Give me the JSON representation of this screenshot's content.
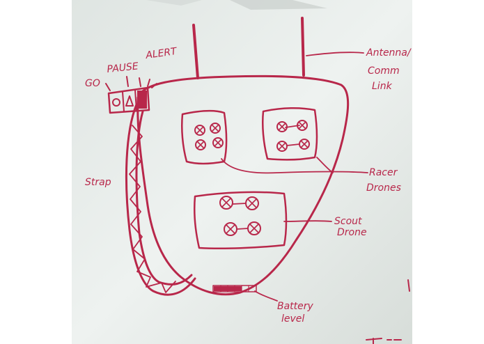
{
  "labels": {
    "go": "GO",
    "pause": "PAUSE",
    "alert": "ALERT",
    "antenna_line1": "Antenna/",
    "antenna_line2": "Comm",
    "antenna_line3": "Link",
    "strap": "Strap",
    "racer_line1": "Racer",
    "racer_line2": "Drones",
    "scout_line1": "Scout",
    "scout_line2": "Drone",
    "battery_line1": "Battery",
    "battery_line2": "level"
  },
  "colors": {
    "ink": "#b8274a",
    "whiteboard": "#eef1ef",
    "frame": "#ffffff"
  },
  "icons": {
    "go": "circle-icon",
    "pause": "triangle-icon",
    "alert": "filled-square-icon"
  }
}
